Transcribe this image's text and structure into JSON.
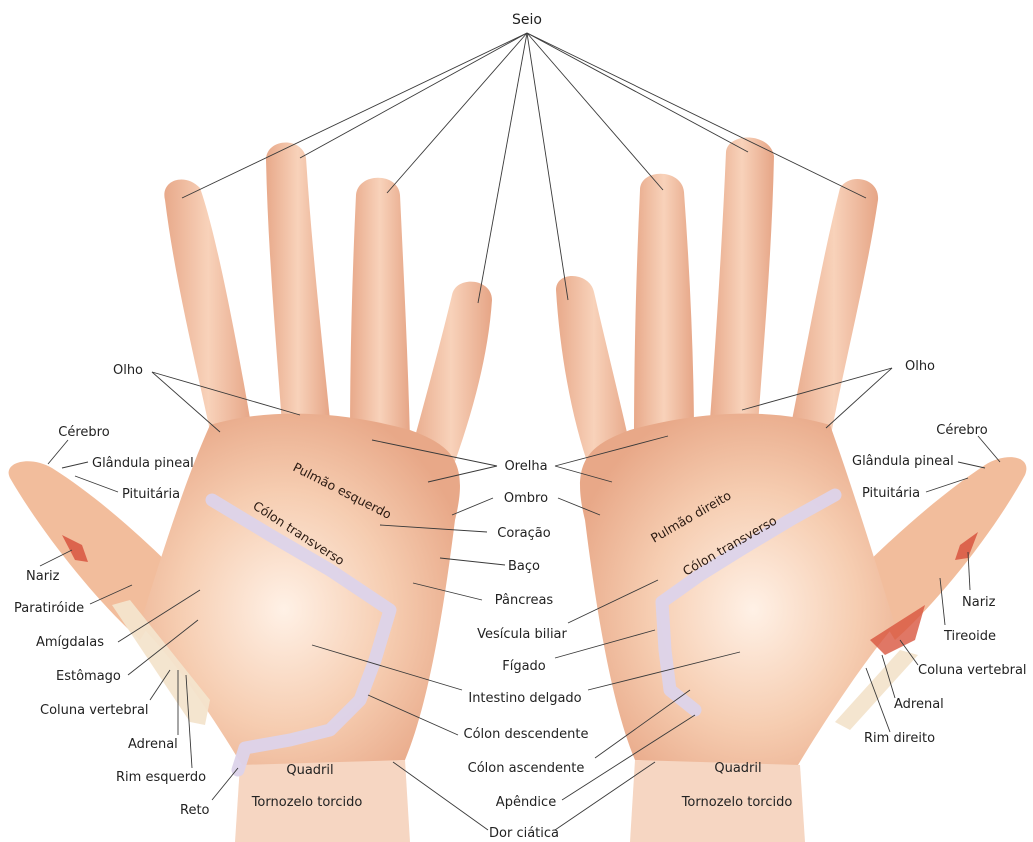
{
  "title": "Seio",
  "left_hand": {
    "labels": {
      "olho": "Olho",
      "cerebro": "Cérebro",
      "glandula_pineal": "Glândula pineal",
      "pituitaria": "Pituitária",
      "nariz": "Nariz",
      "paratiroide": "Paratiróide",
      "amigdalas": "Amígdalas",
      "estomago": "Estômago",
      "coluna_vertebral": "Coluna vertebral",
      "adrenal": "Adrenal",
      "rim_esquerdo": "Rim esquerdo",
      "reto": "Reto",
      "pulmao_esquerdo": "Pulmão esquerdo",
      "colon_transverso": "Cólon transverso",
      "quadril": "Quadril",
      "tornozelo_torcido": "Tornozelo torcido"
    }
  },
  "center_labels": {
    "orelha": "Orelha",
    "ombro": "Ombro",
    "coracao": "Coração",
    "baco": "Baço",
    "pancreas": "Pâncreas",
    "vesicula_biliar": "Vesícula biliar",
    "figado": "Fígado",
    "intestino_delgado": "Intestino delgado",
    "colon_descendente": "Cólon descendente",
    "colon_ascendente": "Cólon ascendente",
    "apendice": "Apêndice",
    "dor_ciatica": "Dor ciática"
  },
  "right_hand": {
    "labels": {
      "olho": "Olho",
      "cerebro": "Cérebro",
      "glandula_pineal": "Glândula pineal",
      "pituitaria": "Pituitária",
      "nariz": "Nariz",
      "tireoide": "Tireoide",
      "coluna_vertebral": "Coluna vertebral",
      "adrenal": "Adrenal",
      "rim_direito": "Rim direito",
      "pulmao_direito": "Pulmão direito",
      "colon_transverso": "Cólon transverso",
      "quadril": "Quadril",
      "tornozelo_torcido": "Tornozelo torcido"
    }
  },
  "colors": {
    "skin": "#f3c3a3",
    "skin_shadow": "#e2a283",
    "skin_highlight": "#fde5d3",
    "colon_path": "#dcd3ea",
    "organ_red": "#d8553f",
    "spine": "#f3e4cc"
  }
}
